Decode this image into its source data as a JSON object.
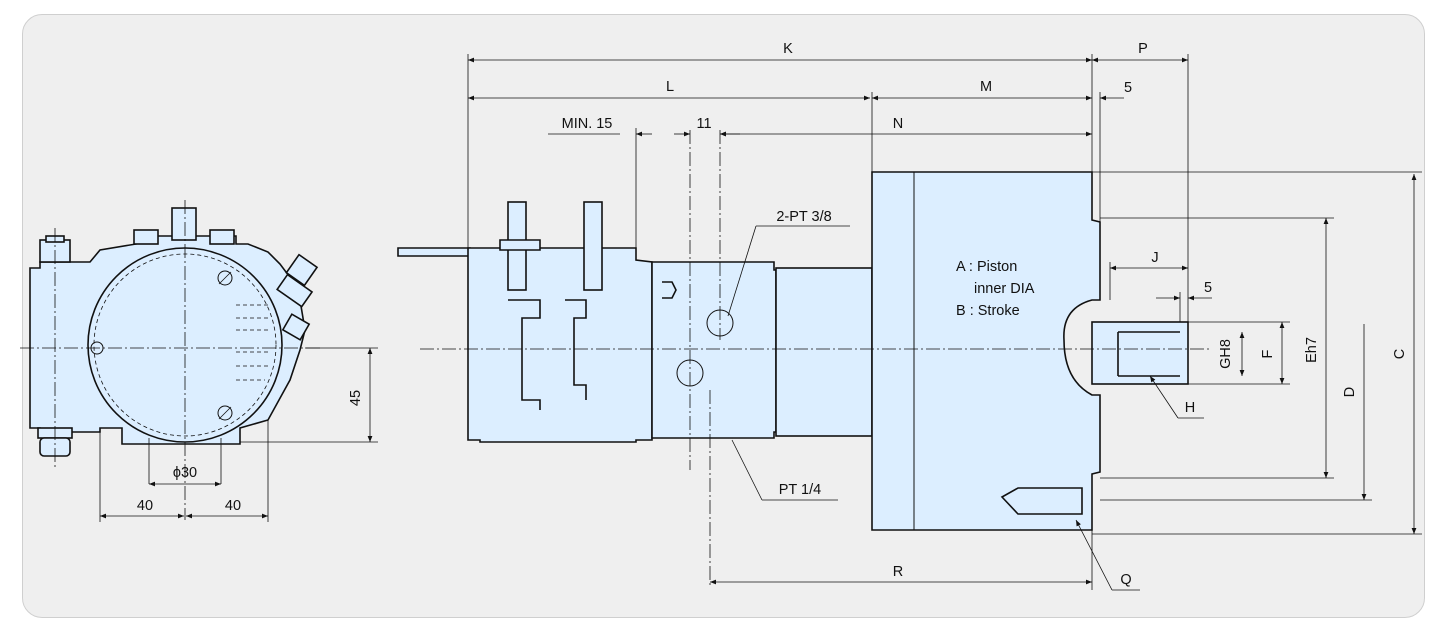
{
  "front_view": {
    "dims": {
      "height_45": "45",
      "bore_phi30": "ϕ30",
      "width_left_40": "40",
      "width_right_40": "40"
    }
  },
  "side_view": {
    "dims": {
      "K": "K",
      "P": "P",
      "L": "L",
      "M": "M",
      "five_top": "5",
      "min15": "MIN. 15",
      "eleven": "11",
      "N": "N",
      "J": "J",
      "five_side": "5",
      "GH8": "GH8",
      "F": "F",
      "Eh7": "Eh7",
      "D": "D",
      "C": "C",
      "H": "H",
      "R": "R",
      "Q": "Q"
    },
    "ports": {
      "port_2pt38": "2-PT 3/8",
      "port_pt14": "PT 1/4"
    },
    "legend": {
      "line_a1": "A : Piston",
      "line_a2": "inner DIA",
      "line_b": "B : Stroke"
    }
  }
}
